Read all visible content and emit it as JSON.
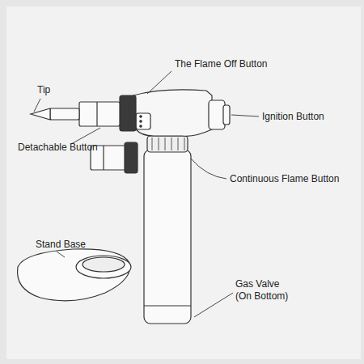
{
  "diagram": {
    "labels": [
      "The Flame Off Button",
      "Tip",
      "Ignition Button",
      "Detachable Button",
      "Continuous Flame Button",
      "Stand Base",
      "Gas Valve (On Bottom)"
    ]
  }
}
